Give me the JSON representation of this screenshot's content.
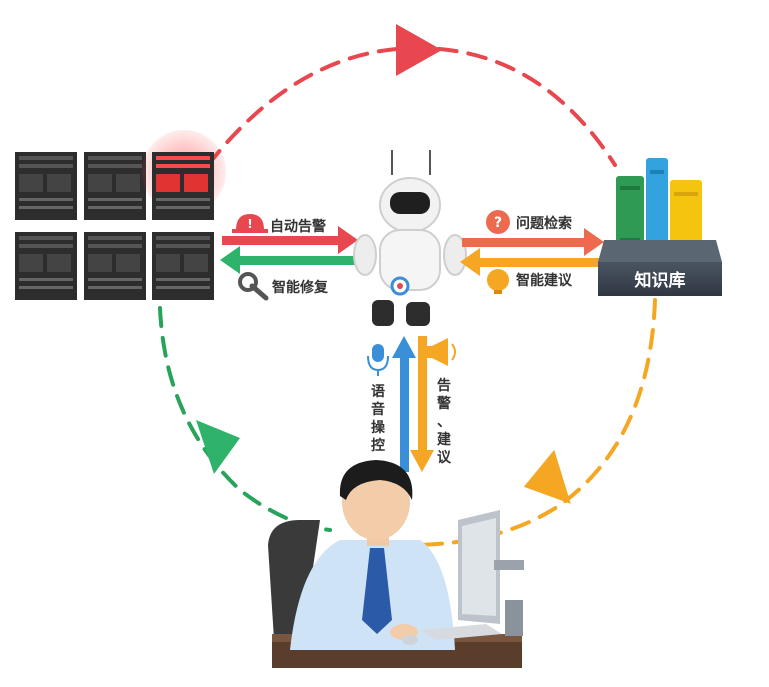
{
  "labels": {
    "auto_alert": "自动告警",
    "smart_repair": "智能修复",
    "problem_search": "问题检索",
    "smart_suggest": "智能建议",
    "knowledge_base": "知识库",
    "voice_control": "语音操控",
    "alert_suggest": "告警、建议"
  },
  "icons": {
    "alert": "alert-light-icon",
    "repair": "wrench-icon",
    "question": "question-icon",
    "suggest": "lightbulb-icon",
    "voice": "microphone-icon",
    "broadcast": "megaphone-icon"
  },
  "colors": {
    "loop_top": "#e8474f",
    "loop_right": "#f5a623",
    "loop_left": "#27a35a",
    "arrow_red": "#e8474f",
    "arrow_green": "#2fb36a",
    "arrow_blue": "#3a8fd9",
    "arrow_orange": "#f5a623",
    "kb_label_bg": "#3d4754"
  }
}
